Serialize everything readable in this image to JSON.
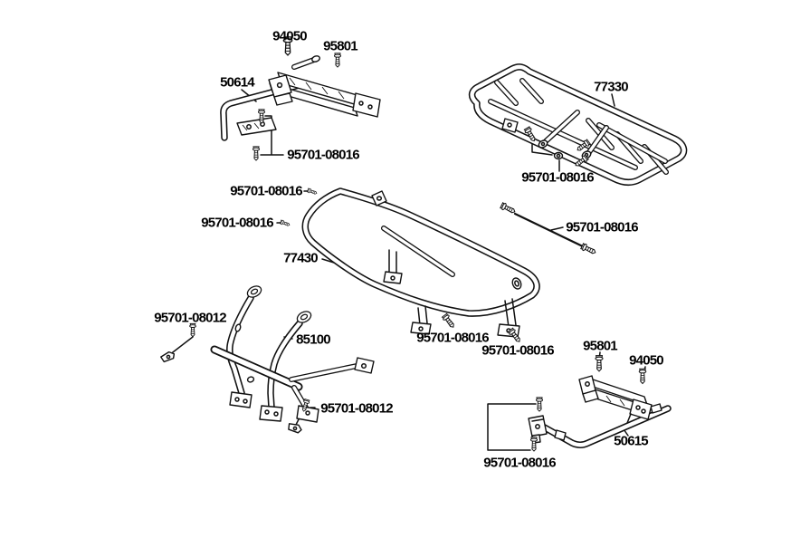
{
  "figure": {
    "kind": "exploded-parts-diagram",
    "background_color": "#ffffff",
    "line_color": "#111111",
    "parts_shown": [
      "50614",
      "77330",
      "77430",
      "85100",
      "50615"
    ],
    "fasteners_shown": [
      "94050",
      "95801",
      "95701-08016",
      "95701-08012"
    ]
  },
  "callouts": [
    {
      "text": "94050"
    },
    {
      "text": "95801"
    },
    {
      "text": "50614"
    },
    {
      "text": "95701-08016"
    },
    {
      "text": "77330"
    },
    {
      "text": "95701-08016"
    },
    {
      "text": "95701-08016"
    },
    {
      "text": "95701-08016"
    },
    {
      "text": "95701-08016"
    },
    {
      "text": "77430"
    },
    {
      "text": "95701-08012"
    },
    {
      "text": "85100"
    },
    {
      "text": "95701-08016"
    },
    {
      "text": "95701-08016"
    },
    {
      "text": "95701-08012"
    },
    {
      "text": "95801"
    },
    {
      "text": "94050"
    },
    {
      "text": "50615"
    },
    {
      "text": "95701-08016"
    }
  ]
}
